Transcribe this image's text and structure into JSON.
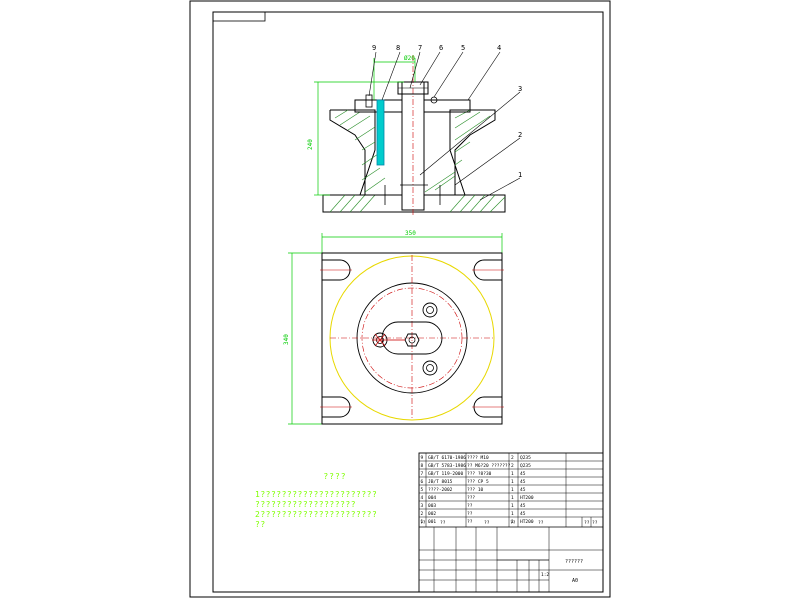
{
  "drawing": {
    "part_callouts": [
      "1",
      "2",
      "3",
      "4",
      "5",
      "6",
      "7",
      "8",
      "9"
    ],
    "dimensions": {
      "section_top": "Ø20",
      "section_height": "240",
      "plan_width": "350",
      "plan_height": "340"
    }
  },
  "technical_notes": {
    "title": "????",
    "lines": [
      "1??????????????????????",
      "???????????????????",
      "2??????????????????????",
      "??"
    ]
  },
  "bom": {
    "rows": [
      {
        "no": "9",
        "code": "GB/T 6170-1986",
        "name": "???? M10",
        "qty": "2",
        "material": "Q235",
        "note": ""
      },
      {
        "no": "8",
        "code": "GB/T 5783-1986",
        "name": "?? M6?20 ???????",
        "qty": "2",
        "material": "Q235",
        "note": ""
      },
      {
        "no": "7",
        "code": "GB/T 119-2000",
        "name": "??? ?8?30",
        "qty": "1",
        "material": "45",
        "note": ""
      },
      {
        "no": "6",
        "code": "JB/T 8015",
        "name": "??? CP 5",
        "qty": "1",
        "material": "45",
        "note": ""
      },
      {
        "no": "5",
        "code": "????-2002",
        "name": "??? 10",
        "qty": "1",
        "material": "45",
        "note": ""
      },
      {
        "no": "4",
        "code": "004",
        "name": "???",
        "qty": "1",
        "material": "HT200",
        "note": ""
      },
      {
        "no": "3",
        "code": "003",
        "name": "??",
        "qty": "1",
        "material": "45",
        "note": ""
      },
      {
        "no": "2",
        "code": "002",
        "name": "??",
        "qty": "1",
        "material": "45",
        "note": ""
      },
      {
        "no": "1",
        "code": "001",
        "name": "??",
        "qty": "1",
        "material": "HT200",
        "note": ""
      }
    ],
    "header": [
      "??",
      "??",
      "??",
      "??",
      "??",
      "??",
      "??"
    ],
    "drawing_title": "??????",
    "sheet_size": "A0",
    "scale": "1:2"
  }
}
